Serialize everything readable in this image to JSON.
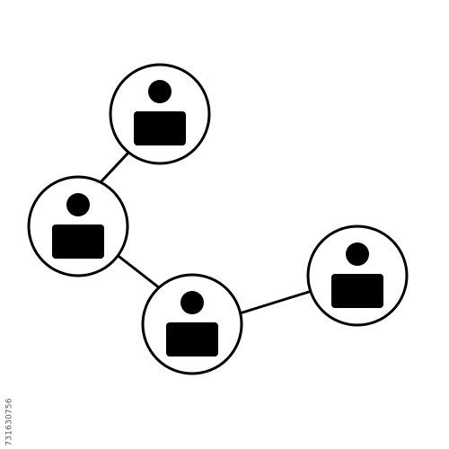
{
  "diagram": {
    "type": "network",
    "nodes": [
      {
        "id": "n1",
        "icon": "person-icon"
      },
      {
        "id": "n2",
        "icon": "person-icon"
      },
      {
        "id": "n3",
        "icon": "person-icon"
      },
      {
        "id": "n4",
        "icon": "person-icon"
      }
    ],
    "edges": [
      {
        "from": "n1",
        "to": "n2"
      },
      {
        "from": "n2",
        "to": "n3"
      },
      {
        "from": "n3",
        "to": "n4"
      }
    ],
    "colors": {
      "stroke": "#000000",
      "fill": "#ffffff",
      "icon": "#000000"
    }
  },
  "watermark": {
    "id_text": "731630756"
  }
}
